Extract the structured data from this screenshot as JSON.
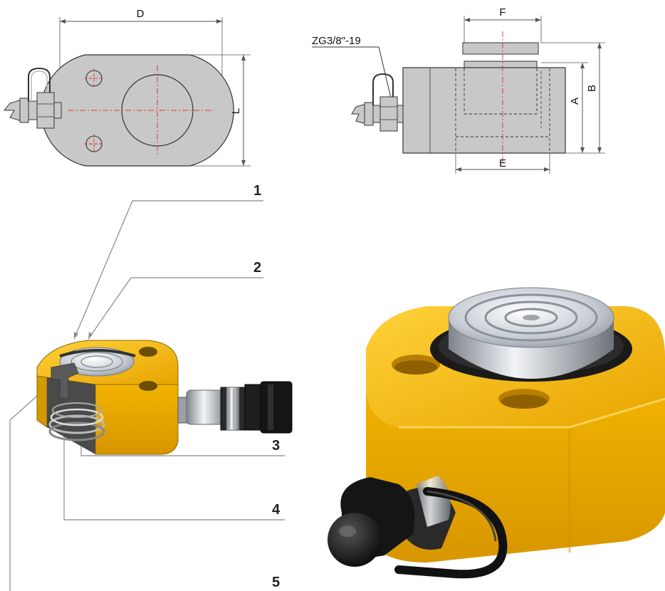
{
  "dimension_labels": {
    "D": "D",
    "L": "L",
    "F": "F",
    "E": "E",
    "A": "A",
    "B": "B",
    "thread": "ZG3/8\"-19"
  },
  "callouts": [
    "1",
    "2",
    "3",
    "4",
    "5"
  ],
  "colors": {
    "body_grey": "#c8c8c8",
    "outline": "#333333",
    "centerline": "#e0383b",
    "dimension": "#555555",
    "cylinder_yellow": "#f5b800",
    "cylinder_shadow": "#c98f00",
    "chrome": "#d9dde3",
    "coupler_black": "#1a1a1a"
  },
  "icons": {
    "top_view": "cylinder-top-view-drawing",
    "side_view": "cylinder-side-view-drawing",
    "cutaway": "cylinder-cutaway-illustration",
    "product": "yellow-hydraulic-cylinder-photo"
  }
}
